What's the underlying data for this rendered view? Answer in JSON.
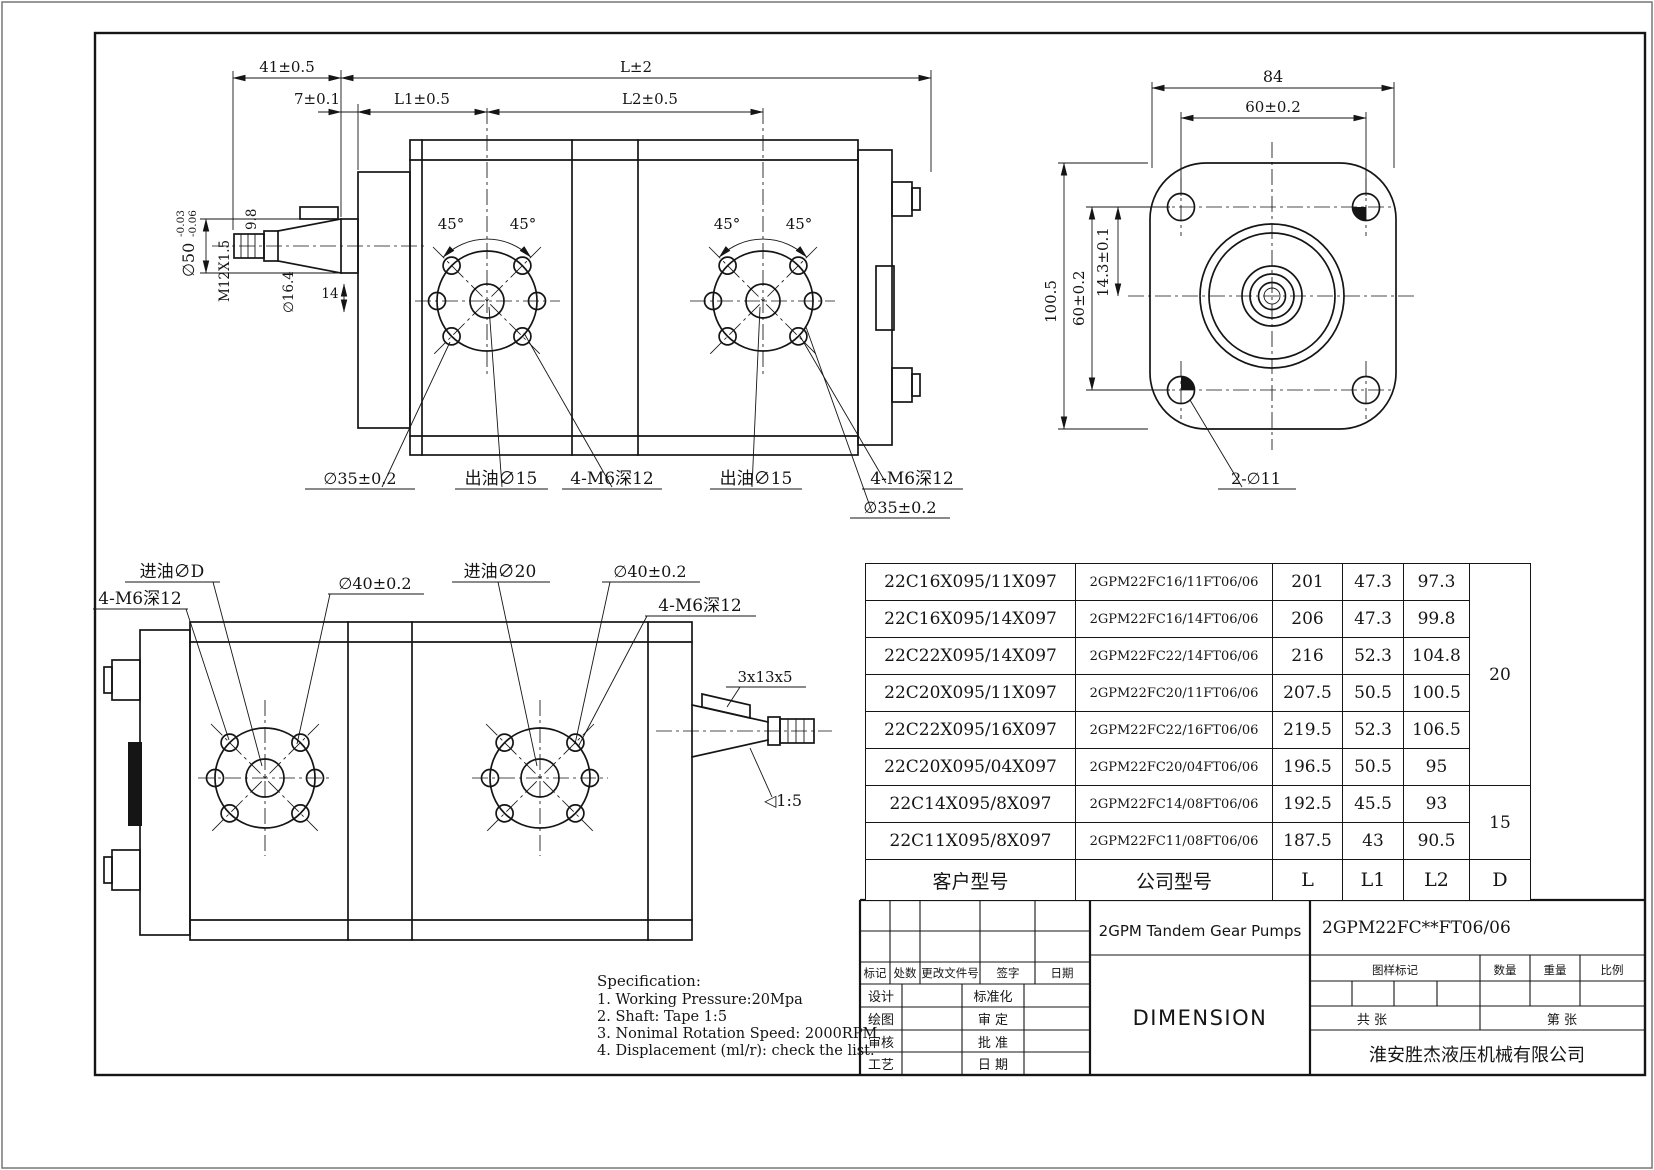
{
  "top_view": {
    "dim_41": "41±0.5",
    "dim_L": "L±2",
    "dim_7": "7±0.1",
    "dim_L1": "L1±0.5",
    "dim_L2": "L2±0.5",
    "dim_9_8": "9.8",
    "dim_thread": "M12X1.5",
    "dim_d50": "∅50",
    "d50_tol_top": "-0.03",
    "d50_tol_bot": "-0.06",
    "dim_d16_4": "∅16.4",
    "dim_14": "14",
    "angle1": "45°",
    "angle2": "45°",
    "angle3": "45°",
    "angle4": "45°",
    "label_d35_l": "∅35±0.2",
    "label_out15_l": "出油∅15",
    "label_m6_l": "4-M6深12",
    "label_out15_r": "出油∅15",
    "label_m6_r": "4-M6深12",
    "label_d35_r": "∅35±0.2"
  },
  "front_view": {
    "dim_84": "84",
    "dim_60_top": "60±0.2",
    "dim_100_5": "100.5",
    "dim_60_left": "60±0.2",
    "dim_14_3": "14.3±0.1",
    "label_holes": "2-∅11"
  },
  "bottom_view": {
    "label_in_d": "进油∅D",
    "label_m6_l": "4-M6深12",
    "label_d40_l": "∅40±0.2",
    "label_in_20": "进油∅20",
    "label_d40_r": "∅40±0.2",
    "label_m6_r": "4-M6深12",
    "label_key": "3x13x5",
    "label_taper": "◁1:5"
  },
  "specification": {
    "title": "Specification:",
    "line1": "1. Working Pressure:20Mpa",
    "line2": "2. Shaft: Tape 1:5",
    "line3": "3. Nonimal Rotation Speed: 2000RPM",
    "line4": "4. Displacement (ml/r): check the list."
  },
  "table": {
    "headers": {
      "customer": "客户型号",
      "company": "公司型号",
      "l": "L",
      "l1": "L1",
      "l2": "L2",
      "d": "D"
    },
    "rows": [
      {
        "customer": "22C16X095/11X097",
        "company": "2GPM22FC16/11FT06/06",
        "l": "201",
        "l1": "47.3",
        "l2": "97.3"
      },
      {
        "customer": "22C16X095/14X097",
        "company": "2GPM22FC16/14FT06/06",
        "l": "206",
        "l1": "47.3",
        "l2": "99.8"
      },
      {
        "customer": "22C22X095/14X097",
        "company": "2GPM22FC22/14FT06/06",
        "l": "216",
        "l1": "52.3",
        "l2": "104.8"
      },
      {
        "customer": "22C20X095/11X097",
        "company": "2GPM22FC20/11FT06/06",
        "l": "207.5",
        "l1": "50.5",
        "l2": "100.5"
      },
      {
        "customer": "22C22X095/16X097",
        "company": "2GPM22FC22/16FT06/06",
        "l": "219.5",
        "l1": "52.3",
        "l2": "106.5"
      },
      {
        "customer": "22C20X095/04X097",
        "company": "2GPM22FC20/04FT06/06",
        "l": "196.5",
        "l1": "50.5",
        "l2": "95"
      },
      {
        "customer": "22C14X095/8X097",
        "company": "2GPM22FC14/08FT06/06",
        "l": "192.5",
        "l1": "45.5",
        "l2": "93"
      },
      {
        "customer": "22C11X095/8X097",
        "company": "2GPM22FC11/08FT06/06",
        "l": "187.5",
        "l1": "43",
        "l2": "90.5"
      }
    ],
    "d_group_1": "20",
    "d_group_2": "15"
  },
  "title_block": {
    "product": "2GPM Tandem Gear Pumps",
    "model": "2GPM22FC**FT06/06",
    "sheet_title": "DIMENSION",
    "company": "淮安胜杰液压机械有限公司",
    "rev": {
      "mark": "标记",
      "count": "处数",
      "doc": "更改文件号",
      "sign": "签字",
      "date": "日期"
    },
    "left": {
      "design": "设计",
      "draw": "绘图",
      "check": "审核",
      "craft": "工艺"
    },
    "mid": {
      "standard": "标准化",
      "approve_check": "审 定",
      "approve": "批 准",
      "date": "日 期"
    },
    "right": {
      "mark_label": "图样标记",
      "qty": "数量",
      "weight": "重量",
      "scale": "比例",
      "total": "共  张",
      "page": "第  张"
    }
  }
}
